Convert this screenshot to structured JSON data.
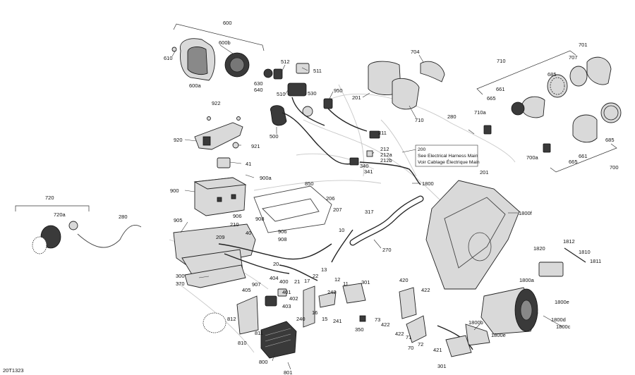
{
  "diagram_code": "20T1323",
  "note": {
    "number": "200",
    "line1": "See Electrical Harness Main",
    "line2": "Voir Cablage Électrique Main"
  },
  "labels": {
    "p600": "600",
    "p600b": "600b",
    "p610": "610",
    "p600a": "600a",
    "p512": "512",
    "p511": "511",
    "p630": "630",
    "p640": "640",
    "p510": "510",
    "p530": "530",
    "p950": "950",
    "p704": "704",
    "p201a": "201",
    "p710a": "710",
    "p280a": "280",
    "p211": "211",
    "p212": "212",
    "p212a": "212a",
    "p212b": "212b",
    "p340": "340",
    "p341": "341",
    "p500": "500",
    "p922": "922",
    "p920": "920",
    "p921": "921",
    "p41": "41",
    "p900a": "900a",
    "p900": "900",
    "p720": "720",
    "p720a": "720a",
    "p280b": "280",
    "p905": "905",
    "p850": "850",
    "p206": "206",
    "p207": "207",
    "p317": "317",
    "p1800": "1800",
    "p906a": "906",
    "p908a": "908",
    "p210": "210",
    "p209": "209",
    "p40": "40",
    "p906b": "906",
    "p908b": "908",
    "p10": "10",
    "p270": "270",
    "p710b": "710",
    "p701": "701",
    "p707": "707",
    "p685a": "685",
    "p661a": "661",
    "p665a": "665",
    "p710c": "710a",
    "p700a": "700a",
    "p661b": "661",
    "p665b": "665",
    "p685b": "685",
    "p700": "700",
    "p201b": "201",
    "p1800f": "1800f",
    "p1812": "1812",
    "p1810": "1810",
    "p1811": "1811",
    "p1820": "1820",
    "p1800a": "1800a",
    "p1800e1": "1800e",
    "p1800d": "1800d",
    "p1800c": "1800c",
    "p1800e2": "1800e",
    "p1800b": "1800b",
    "p300": "300",
    "p370": "370",
    "p20": "20",
    "p13": "13",
    "p22": "22",
    "p907": "907",
    "p404": "404",
    "p400": "400",
    "p401": "401",
    "p402": "402",
    "p403": "403",
    "p405": "405",
    "p21": "21",
    "p17": "17",
    "p12": "12",
    "p11": "11",
    "p242": "242",
    "p301": "301",
    "p240": "240",
    "p16": "16",
    "p15": "15",
    "p241": "241",
    "p350": "350",
    "p420": "420",
    "p422a": "422",
    "p73": "73",
    "p422b": "422",
    "p422c": "422",
    "p71": "71",
    "p72": "72",
    "p70": "70",
    "p421": "421",
    "p301b": "301",
    "p812": "812",
    "p811": "811",
    "p810": "810",
    "p800": "800",
    "p801": "801"
  }
}
